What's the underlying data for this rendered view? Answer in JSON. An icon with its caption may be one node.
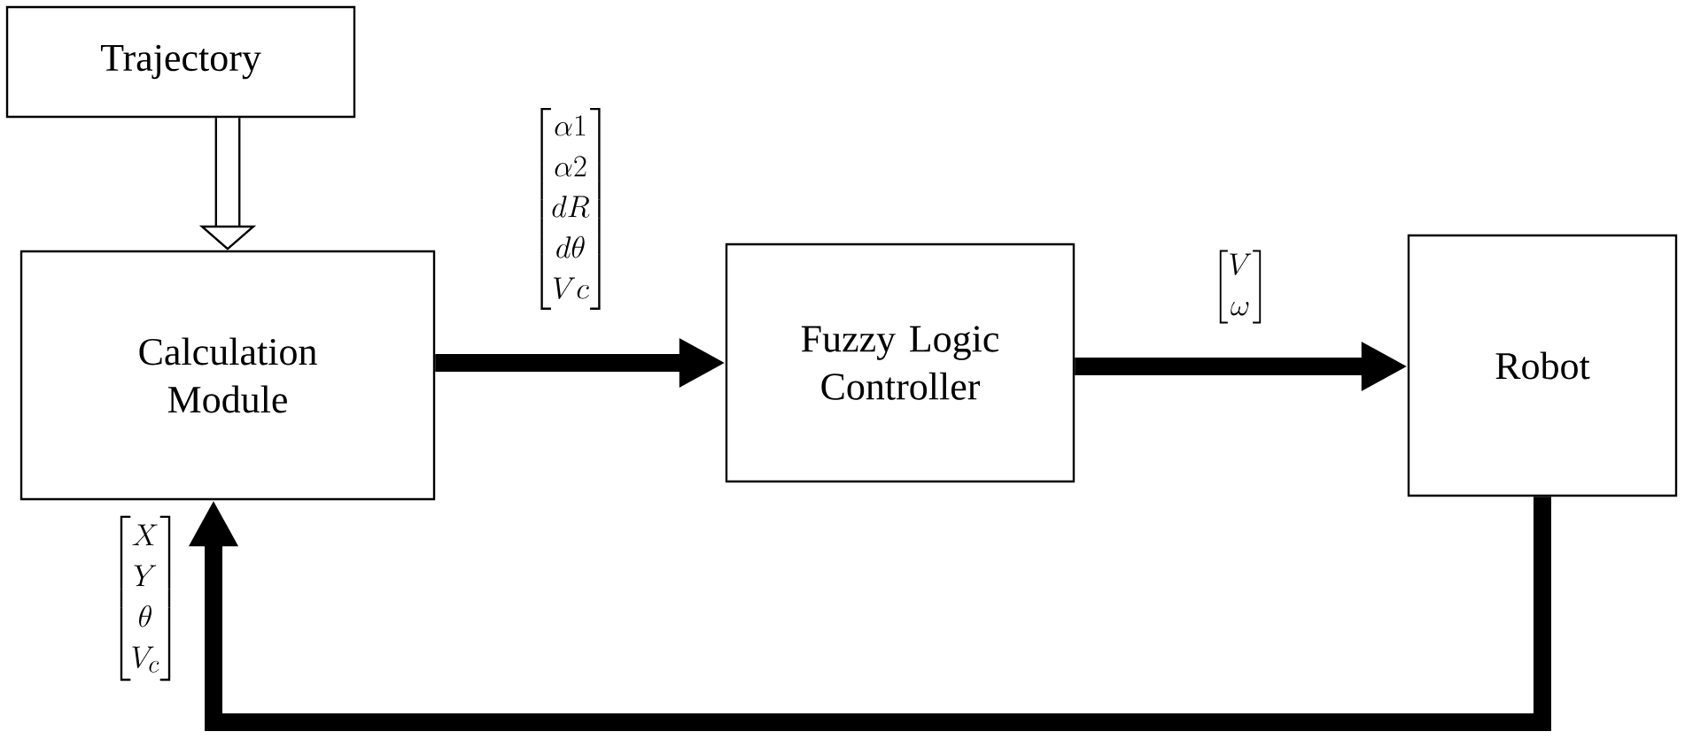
{
  "diagram": {
    "nodes": [
      {
        "text": [
          "Trajectory"
        ]
      },
      {
        "text": [
          "Calculation Module"
        ]
      },
      {
        "text": [
          "Fuzzy Logic Controller"
        ]
      },
      {
        "text": [
          "Robot"
        ]
      }
    ],
    "edges": [
      {
        "from": 0,
        "to": 1,
        "arrow": "to"
      },
      {
        "from": 1,
        "to": 2,
        "arrow": "to",
        "label": "\\begin{bmatrix}\\alpha 1\\\\ \\alpha 2\\\\ dR\\\\ d\\theta\\\\ Vc\\end{bmatrix}"
      },
      {
        "from": 2,
        "to": 3,
        "arrow": "to",
        "label": "\\begin{bmatrix}V\\\\ \\omega\\end{bmatrix}"
      },
      {
        "from": 3,
        "to": 1,
        "arrow": "to",
        "label": "\\begin{bmatrix}X\\\\ Y\\\\ \\theta\\\\ V_c\\end{bmatrix}"
      }
    ]
  }
}
